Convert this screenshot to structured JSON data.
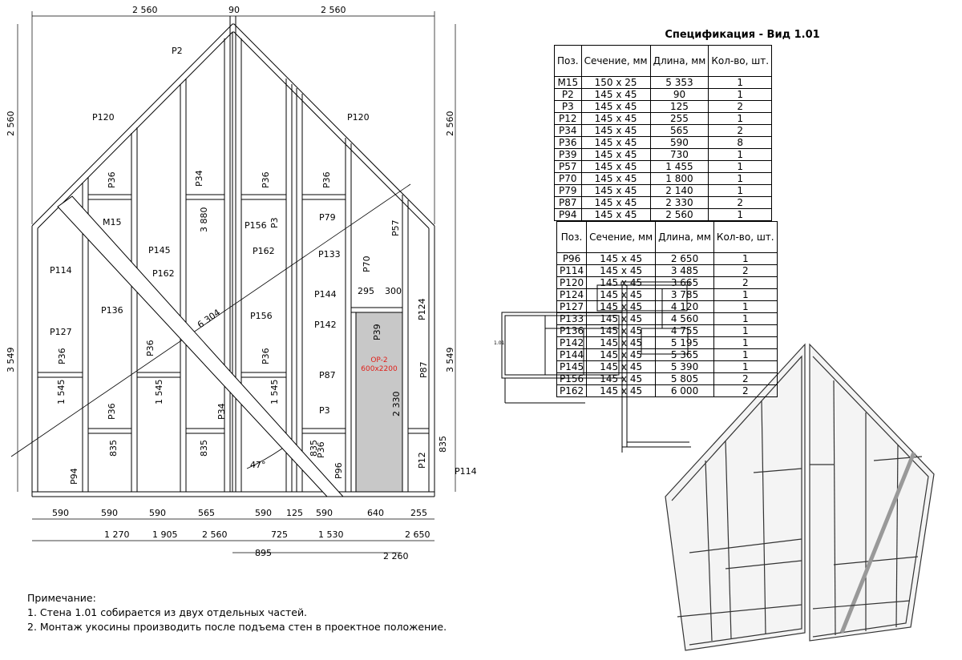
{
  "colors": {
    "opening_fill": "#c8c8c8",
    "opening_text": "#e0201a",
    "line": "#000000"
  },
  "spec": {
    "title": "Спецификация - Вид 1.01",
    "headers": [
      "Поз.",
      "Сечение, мм",
      "Длина, мм",
      "Кол-во, шт."
    ],
    "left_rows": [
      [
        "M15",
        "150 x 25",
        "5 353",
        "1"
      ],
      [
        "P2",
        "145 x 45",
        "90",
        "1"
      ],
      [
        "P3",
        "145 x 45",
        "125",
        "2"
      ],
      [
        "P12",
        "145 x 45",
        "255",
        "1"
      ],
      [
        "P34",
        "145 x 45",
        "565",
        "2"
      ],
      [
        "P36",
        "145 x 45",
        "590",
        "8"
      ],
      [
        "P39",
        "145 x 45",
        "730",
        "1"
      ],
      [
        "P57",
        "145 x 45",
        "1 455",
        "1"
      ],
      [
        "P70",
        "145 x 45",
        "1 800",
        "1"
      ],
      [
        "P79",
        "145 x 45",
        "2 140",
        "1"
      ],
      [
        "P87",
        "145 x 45",
        "2 330",
        "2"
      ],
      [
        "P94",
        "145 x 45",
        "2 560",
        "1"
      ]
    ],
    "right_rows": [
      [
        "P96",
        "145 x 45",
        "2 650",
        "1"
      ],
      [
        "P114",
        "145 x 45",
        "3 485",
        "2"
      ],
      [
        "P120",
        "145 x 45",
        "3 665",
        "2"
      ],
      [
        "P124",
        "145 x 45",
        "3 785",
        "1"
      ],
      [
        "P127",
        "145 x 45",
        "4 120",
        "1"
      ],
      [
        "P133",
        "145 x 45",
        "4 560",
        "1"
      ],
      [
        "P136",
        "145 x 45",
        "4 755",
        "1"
      ],
      [
        "P142",
        "145 x 45",
        "5 195",
        "1"
      ],
      [
        "P144",
        "145 x 45",
        "5 365",
        "1"
      ],
      [
        "P145",
        "145 x 45",
        "5 390",
        "1"
      ],
      [
        "P156",
        "145 x 45",
        "5 805",
        "2"
      ],
      [
        "P162",
        "145 x 45",
        "6 000",
        "2"
      ]
    ]
  },
  "notes": {
    "heading": "Примечание:",
    "items": [
      "1. Стена 1.01 собирается из двух отдельных частей.",
      "2. Монтаж укосины производить после подъема стен в проектное положение."
    ]
  },
  "drawing": {
    "top_dims": [
      "2 560",
      "90",
      "2 560"
    ],
    "side_dims": {
      "left_top": "2 560",
      "left_bottom": "3 549",
      "right_top": "2 560",
      "right_bottom": "3 549"
    },
    "bottom_dims_row1": [
      "590",
      "590",
      "590",
      "565",
      "590",
      "125",
      "590",
      "640",
      "255"
    ],
    "bottom_dims_row2": [
      "1 270",
      "1 905",
      "2 560",
      "725",
      "1 530",
      "2 650"
    ],
    "bottom_dims_row3": [
      "895",
      "2 260"
    ],
    "opening": {
      "code": "OP-2",
      "size": "600x2200"
    },
    "angle": "47°",
    "diagonal_length": "6 304",
    "inner_dims": [
      "3 880",
      "1 545",
      "1 545",
      "1 545",
      "835",
      "835",
      "835",
      "2 330",
      "295",
      "300",
      "835"
    ],
    "labels": [
      "P2",
      "P120",
      "P120",
      "M15",
      "P114",
      "P136",
      "P127",
      "P36",
      "P36",
      "P36",
      "P36",
      "P36",
      "P36",
      "P36",
      "P36",
      "P34",
      "P34",
      "P145",
      "P162",
      "P162",
      "P156",
      "P156",
      "P3",
      "P3",
      "P79",
      "P133",
      "P70",
      "P57",
      "P144",
      "P142",
      "P39",
      "P87",
      "P87",
      "P124",
      "P12",
      "P96",
      "P94",
      "P114"
    ],
    "small_view_tag": "1.01"
  }
}
